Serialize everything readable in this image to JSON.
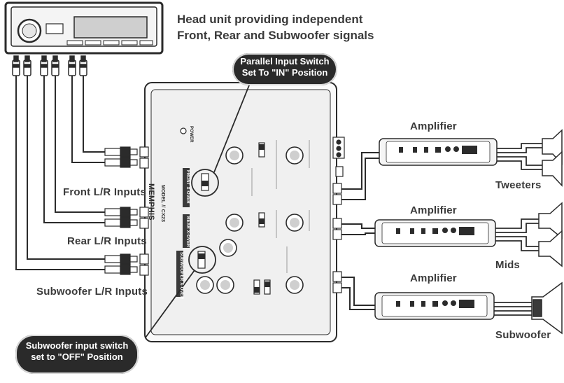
{
  "head_unit_caption": {
    "line1": "Head unit providing independent",
    "line2": "Front, Rear and Subwoofer signals"
  },
  "callouts": {
    "parallel_switch": {
      "line1": "Parallel Input Switch",
      "line2": "Set To \"IN\" Position"
    },
    "sub_switch": {
      "line1": "Subwoofer input switch",
      "line2": "set to \"OFF\" Position"
    }
  },
  "input_labels": {
    "front": "Front L/R Inputs",
    "rear": "Rear L/R Inputs",
    "sub": "Subwoofer L/R Inputs"
  },
  "outputs": {
    "amp1": "Amplifier",
    "amp2": "Amplifier",
    "amp3": "Amplifier",
    "tweeters": "Tweeters",
    "mids": "Mids",
    "subwoofer": "Subwoofer"
  },
  "crossover": {
    "brand": "MEMPHIS",
    "model": "MODEL // CX23",
    "power_label": "POWER",
    "sections": {
      "front": "FRONT X-OVER",
      "rear": "REAR X-OVER",
      "sub": "SUBWOOFER X-OVER"
    }
  },
  "colors": {
    "line": "#2b2b2b",
    "panel": "#e9e9e9",
    "bubble": "#2a2a2a",
    "text": "#3a3a3a"
  }
}
